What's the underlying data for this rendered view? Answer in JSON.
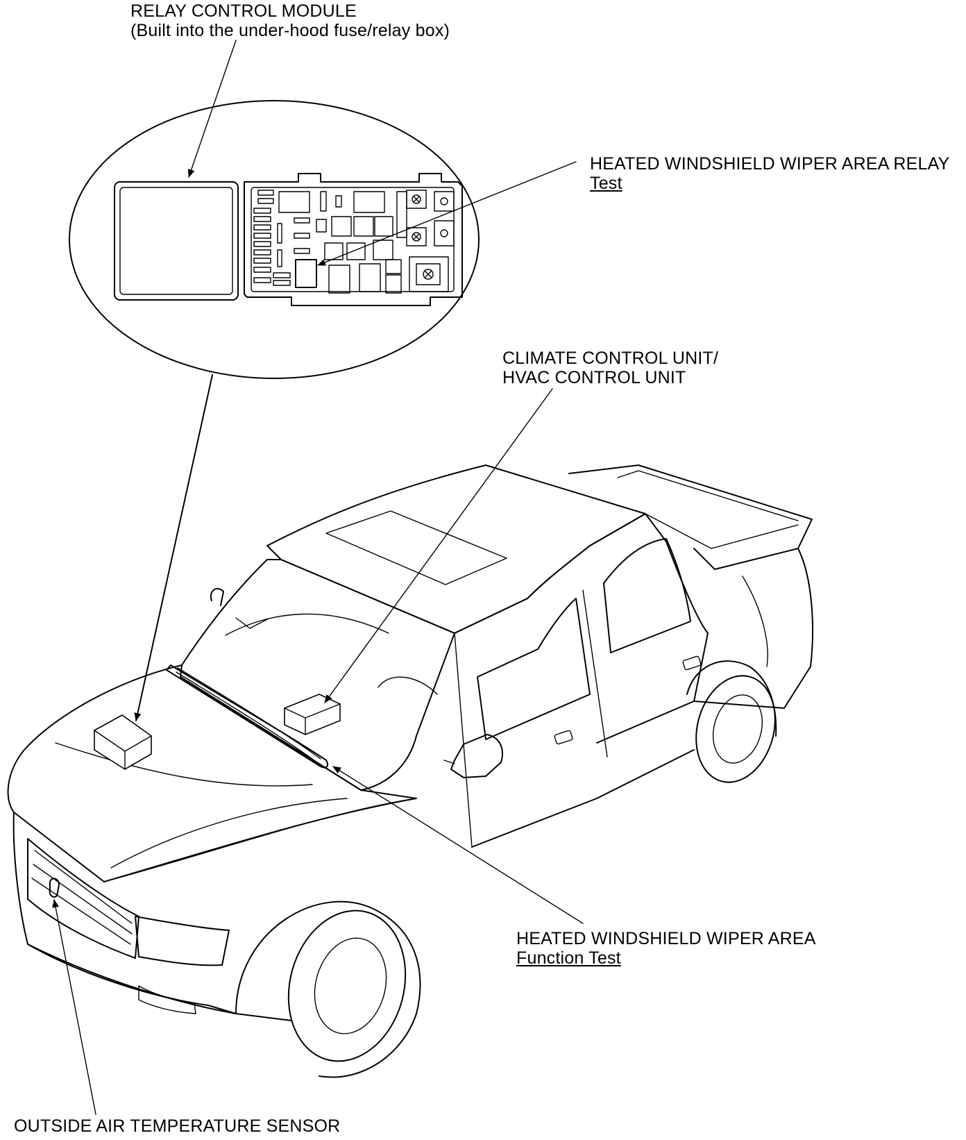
{
  "labels": {
    "relay_module_title": "RELAY CONTROL MODULE",
    "relay_module_sub": "(Built into the under-hood fuse/relay box)",
    "wiper_relay_title": "HEATED WINDSHIELD WIPER AREA RELAY",
    "wiper_relay_link": "Test",
    "climate_line1": "CLIMATE CONTROL UNIT/",
    "climate_line2": "HVAC CONTROL UNIT",
    "wiper_area_title": "HEATED WINDSHIELD WIPER AREA",
    "wiper_area_link": "Function Test",
    "outside_sensor": "OUTSIDE AIR TEMPERATURE SENSOR"
  },
  "icons": [
    "relay-box-icon",
    "truck-icon"
  ]
}
